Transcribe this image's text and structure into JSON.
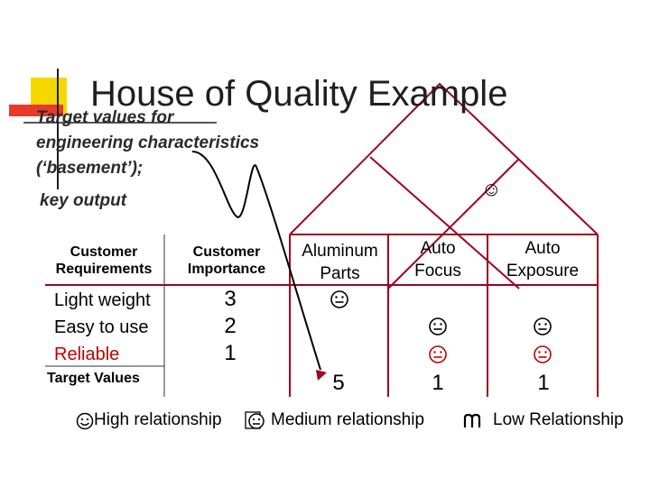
{
  "slide": {
    "title": "House of Quality Example",
    "note_lines": [
      "Target values for",
      "engineering characteristics",
      "(‘basement’);"
    ],
    "key_output": "key output"
  },
  "table": {
    "headers": {
      "customer_requirements": [
        "Customer",
        "Requirements"
      ],
      "customer_importance": [
        "Customer",
        "Importance"
      ],
      "aluminum_parts": [
        "Aluminum",
        "Parts"
      ],
      "auto_focus": [
        "Auto",
        "Focus"
      ],
      "auto_exposure": [
        "Auto",
        "Exposure"
      ]
    },
    "rows": [
      {
        "requirement": "Light weight",
        "importance": "3",
        "color": "#000000"
      },
      {
        "requirement": "Easy to use",
        "importance": "2",
        "color": "#000000"
      },
      {
        "requirement": "Reliable",
        "importance": "1",
        "color": "#c00000"
      }
    ],
    "target_values_label": "Target Values",
    "target_values": {
      "aluminum_parts": "5",
      "auto_focus": "1",
      "auto_exposure": "1"
    },
    "roof_symbol": "☺"
  },
  "legend": {
    "high": "High relationship",
    "medium": "Medium relationship",
    "low": "Low Relationship"
  },
  "colors": {
    "accent_yellow": "#f5d800",
    "accent_red": "#e83a2a",
    "reliable_text": "#c00000",
    "line": "#a00020"
  }
}
